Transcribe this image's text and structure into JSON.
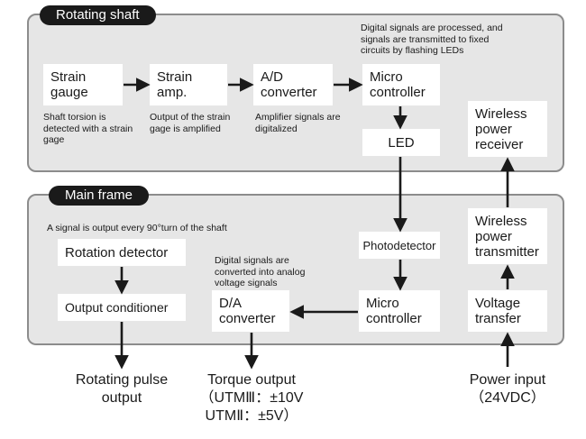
{
  "rotating_shaft": {
    "title": "Rotating shaft",
    "blocks": {
      "strain_gauge": "Strain\ngauge",
      "strain_amp": "Strain\namp.",
      "ad_converter": "A/D\nconverter",
      "micro_controller": "Micro\ncontroller",
      "led": "LED",
      "wireless_receiver": "Wireless\npower\nreceiver"
    },
    "notes": {
      "strain_gauge": "Shaft torsion is\ndetected with a strain\ngage",
      "strain_amp": "Output of the strain\ngage is amplified",
      "ad_converter": "Amplifier signals are\ndigitalized",
      "micro_controller": "Digital signals are processed, and\nsignals are transmitted to fixed\ncircuits by flashing LEDs"
    }
  },
  "main_frame": {
    "title": "Main frame",
    "blocks": {
      "rotation_detector": "Rotation detector",
      "output_conditioner": "Output conditioner",
      "da_converter": "D/A\nconverter",
      "photodetector": "Photodetector",
      "micro_controller": "Micro\ncontroller",
      "wireless_transmitter": "Wireless\npower\ntransmitter",
      "voltage_transfer": "Voltage\ntransfer"
    },
    "notes": {
      "rotation_detector": "A signal is output every 90°turn of the shaft",
      "da_converter": "Digital signals are\nconverted into analog\nvoltage signals"
    }
  },
  "outputs": {
    "rotating_pulse": "Rotating pulse\noutput",
    "torque": "Torque output\n（UTMⅢ：±10V\nUTMⅡ：±5V）",
    "power_input": "Power input\n（24VDC）"
  },
  "colors": {
    "panel_fill": "#e6e6e6",
    "panel_border": "#8c8c8c",
    "block_fill": "#ffffff",
    "arrow": "#1a1a1a",
    "tag_fill": "#1a1a1a"
  }
}
